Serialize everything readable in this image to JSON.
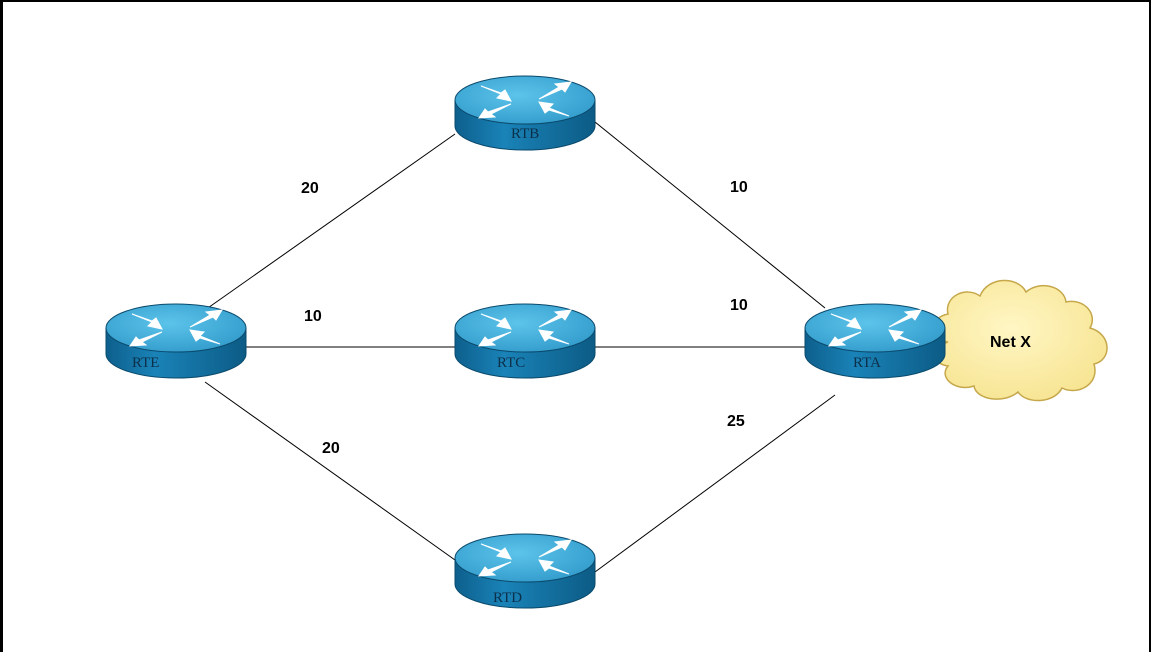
{
  "routers": {
    "rtb": "RTB",
    "rte": "RTE",
    "rtc": "RTC",
    "rta": "RTA",
    "rtd": "RTD"
  },
  "links": {
    "rte_rtb_cost": "20",
    "rtb_rta_cost": "10",
    "rte_rtc_cost": "10",
    "rtc_rta_cost": "10",
    "rte_rtd_cost": "20",
    "rtd_rta_cost": "25"
  },
  "network": {
    "label": "Net X"
  },
  "colors": {
    "router_top": "#38a9d6",
    "router_side": "#1070a0",
    "cloud_fill": "#fbeea5",
    "cloud_stroke": "#c6a84b",
    "link": "#000000"
  }
}
